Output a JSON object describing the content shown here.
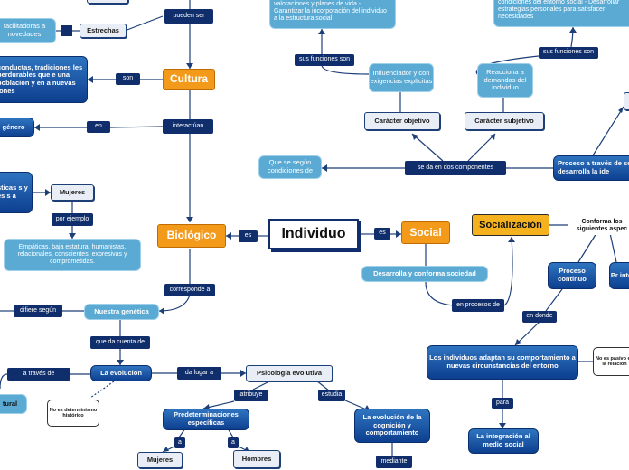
{
  "center": "Individuo",
  "cultura": "Cultura",
  "biologico": "Biológico",
  "social": "Social",
  "socializacion": "Socialización",
  "labels": {
    "pueden_ser": "pueden ser",
    "son": "son",
    "interactuan": "interactúan",
    "en": "en",
    "es_left": "es",
    "es_right": "es",
    "por_ejemplo": "por ejemplo",
    "corresponde_a": "corresponde a",
    "difiere_segun": "difiere según",
    "que_da_cuenta_de": "que da cuenta de",
    "a_traves_de": "a través de",
    "da_lugar_a": "da lugar a",
    "atribuye": "atribuye",
    "estudia": "estudia",
    "a_left": "a",
    "a_right": "a",
    "mediante": "mediante",
    "sus_funciones_son_left": "sus funciones son",
    "sus_funciones_son_right": "sus funciones son",
    "se_da_en_dos": "se da en dos componentes",
    "en_procesos_de": "en procesos de",
    "en_donde": "en donde",
    "para": "para"
  },
  "nodes": {
    "estrechas": "Estrechas",
    "facilitadoras": "facilitadoras a novedades",
    "conductas": "conductas, tradiciones les perdurables que e una población y en a nuevas iones",
    "genero": "género",
    "caracteristicas": "sticas s y es s a",
    "mujeres_top": "Mujeres",
    "empatias": "Empáticas, baja estatura, humanistas, relacionales, conscientes, expresivas y comprometidas.",
    "nuestra_genetica": "Nuestra genética",
    "la_evolucion": "La evolución",
    "tural": "tural",
    "no_determinismo": "No es determinismo histórico",
    "psicologia": "Psicología evolutiva",
    "predeterminaciones": "Predeterminaciones específicas",
    "mujeres_bottom": "Mujeres",
    "hombres": "Hombres",
    "evolucion_cognicion": "La evolución de la cognición y comportamiento",
    "valoraciones": "valoraciones y planes de vida - Garantizar la incorporación del individuo a la estructura social",
    "influenciador": "Influenciador y con exigencias explícitas",
    "caracter_objetivo": "Carácter objetivo",
    "que_se_segun": "Que se según condiciones de",
    "reacciona": "Reacciona a demandas del individuo",
    "caracter_subjetivo": "Carácter subjetivo",
    "condiciones": "condiciones del entorno social - Desarrollar estrategias personales para satisfacer necesidades",
    "proceso_traves": "Proceso a través de se desarrolla la ide",
    "desarrolla": "Desarrolla y conforma sociedad",
    "conforma": "Conforma los siguientes aspec",
    "proceso_continuo": "Proceso continuo",
    "pr_inter": "Pr inter",
    "individuos_adaptan": "Los individuos adaptan su comportamiento a nuevas circunstancias del entorno",
    "no_pasivo": "No es pasivo en la relación",
    "integracion": "La integración al medio social"
  }
}
